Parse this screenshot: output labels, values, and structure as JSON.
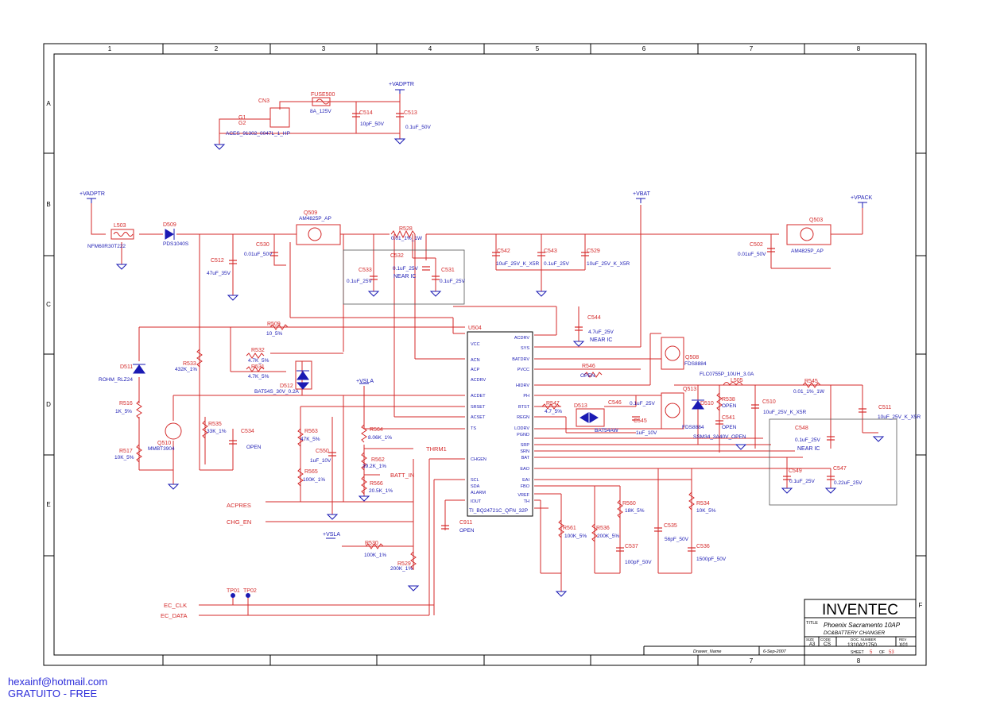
{
  "sheet": {
    "col_numbers": [
      "1",
      "2",
      "3",
      "4",
      "5",
      "6",
      "7",
      "8"
    ],
    "row_letters": [
      "A",
      "B",
      "C",
      "D",
      "E",
      "F"
    ],
    "bottom_col_7": "7",
    "bottom_col_8": "8"
  },
  "nets": {
    "vadptr_a": "+VADPTR",
    "vadptr_b": "+VADPTR",
    "vbat": "+VBAT",
    "vpack": "+VPACK",
    "vsla": "+VSLA",
    "vsla2": "+VSLA",
    "thrm": "THRM1",
    "batt_in": "BATT_IN",
    "acpres": "ACPRES",
    "chg_en": "CHG_EN",
    "ec_clk": "EC_CLK",
    "ec_data": "EC_DATA",
    "near_ic_1": "NEAR IC",
    "near_ic_2": "NEAR IC",
    "near_ic_3": "NEAR IC"
  },
  "parts": {
    "cn3": "CN3",
    "cn3_pn": "ACES_91302_0047L_1_HP",
    "g1": "G1",
    "g2": "G2",
    "fuse": "FUSE500",
    "fuse_val": "8A_125V",
    "c514": "C514",
    "c514_val": "10pF_50V",
    "c513": "C513",
    "c513_val": "0.1uF_50V",
    "l503": "L503",
    "l503_val": "NFM60R30T222",
    "d509": "D509",
    "d509_val": "PDS1040S",
    "c512": "C512",
    "c512_val": "47uF_35V",
    "q509": "Q509",
    "q509_val": "AM4825P_AP",
    "c530": "C530",
    "c530_val": "0.01uF_50V",
    "r528": "R528",
    "r528_val": "0.01_1%_1W",
    "c533": "C533",
    "c533_val": "0.1uF_25V",
    "c532": "C532",
    "c532_val": "0.1uF_25V",
    "c531": "C531",
    "c531_val": "0.1uF_25V",
    "c542": "C542",
    "c542_val": "10uF_25V_K_X5R",
    "c543": "C543",
    "c543_val": "0.1uF_25V",
    "c529": "C529",
    "c529_val": "10uF_25V_K_X5R",
    "c502": "C502",
    "c502_val": "0.01uF_50V",
    "q503": "Q503",
    "q503_val": "AM4825P_AP",
    "c544": "C544",
    "c544_val": "4.7uF_25V",
    "r509": "R509",
    "r509_val": "10_5%",
    "d511": "D511",
    "d511_val": "ROHM_RLZ24",
    "r533": "R533",
    "r533_val": "432K_1%",
    "r532": "R532",
    "r532_val": "4.7K_5%",
    "r531": "R531",
    "r531_val": "4.7K_5%",
    "d512": "D512",
    "d512_val": "BAT54S_30V_0.2A",
    "r516": "R516",
    "r516_val": "1K_5%",
    "q510": "Q510",
    "q510_val": "MMBT3904",
    "r517": "R517",
    "r517_val": "10K_5%",
    "r535": "R535",
    "r535_val": "33K_1%",
    "c534": "C534",
    "c534_val": "OPEN",
    "r563": "R563",
    "r563_val": "47K_5%",
    "c550": "C550",
    "c550_val": "1uF_10V",
    "r565": "R565",
    "r565_val": "100K_1%",
    "r564": "R564",
    "r564_val": "8.06K_1%",
    "r562": "R562",
    "r562_val": "39.2K_1%",
    "r566": "R566",
    "r566_val": "20.5K_1%",
    "u504": "U504",
    "u504_val": "TI_BQ24721C_QFN_32P",
    "pin_vcc": "VCC",
    "pin_acn": "ACN",
    "pin_acp": "ACP",
    "pin_acdrv": "ACDRV",
    "pin_acdet": "ACDET",
    "pin_srset": "SRSET",
    "pin_acset": "ACSET",
    "pin_ts": "TS",
    "pin_chgen": "CHGEN",
    "pin_scl": "SCL",
    "pin_sda": "SDA",
    "pin_alarm": "ALARM",
    "pin_iout": "IOUT",
    "pin_acdrv2": "ACDRV",
    "pin_sys": "SYS",
    "pin_batdrv": "BATDRV",
    "pin_pvcc": "PVCC",
    "pin_hidrv": "HIDRV",
    "pin_ph": "PH",
    "pin_bst": "BTST",
    "pin_regn": "REGN",
    "pin_lodrv": "LODRV",
    "pin_pgnd": "PGND",
    "pin_srp": "SRP",
    "pin_srn": "SRN",
    "pin_bat": "BAT",
    "pin_eao": "EAO",
    "pin_eai": "EAI",
    "pin_fbo": "FBO",
    "pin_vref": "VREF",
    "pin_thl": "TH",
    "r546": "R546",
    "r546_val": "OPEN",
    "r547": "R547",
    "r547_val": "4.7_5%",
    "d513": "D513",
    "d513_val": "BAT54AW",
    "c546": "C546",
    "c546_val": "0.1uF_25V",
    "c545": "C545",
    "c545_val": "1uF_10V",
    "q508": "Q508",
    "q508_val": "FDS8884",
    "q513": "Q513",
    "q513_val": "FDS8884",
    "d510": "D510",
    "d510_val": "SSM34_3A40V_OPEN",
    "l505": "L505",
    "l505_val": "FLC0755P_10UH_3.0A",
    "r538": "R538",
    "r538_val": "OPEN",
    "c541": "C541",
    "c541_val": "OPEN",
    "c510": "C510",
    "c510_val": "10uF_25V_K_X5R",
    "r545": "R545",
    "r545_val": "0.01_1%_1W",
    "c511": "C511",
    "c511_val": "10uF_25V_K_X5R",
    "c548": "C548",
    "c548_val": "0.1uF_25V",
    "c549": "C549",
    "c549_val": "0.1uF_25V",
    "c547": "C547",
    "c547_val": "0.22uF_25V",
    "c911": "C911",
    "c911_val": "OPEN",
    "r530": "R530",
    "r530_val": "100K_1%",
    "r529": "R529",
    "r529_val": "200K_1%",
    "r561": "R561",
    "r561_val": "100K_5%",
    "r536": "R536",
    "r536_val": "200K_5%",
    "r560": "R560",
    "r560_val": "18K_5%",
    "c537": "C537",
    "c537_val": "100pF_50V",
    "c535": "C535",
    "c535_val": "56pF_50V",
    "r534": "R534",
    "r534_val": "10K_5%",
    "c536": "C536",
    "c536_val": "1500pF_50V",
    "tp1": "TP01",
    "tp2": "TP02"
  },
  "title_block": {
    "company": "INVENTEC",
    "title_label": "TITLE",
    "title_line1": "Phoenix Sacramento 10AP",
    "title_line2": "DC&BATTERY CHANGER",
    "size_label": "SIZE",
    "size": "A3",
    "code_label": "CODE",
    "code": "CS",
    "doc_label": "DOC. NUMBER",
    "doc": "1310A21750",
    "rev_label": "REV",
    "rev": "X01",
    "drawer": "Drawer_Name",
    "date": "6-Sep-2007",
    "sheet_label": "SHEET",
    "sheet": "5",
    "of_label": "OF",
    "of": "53"
  },
  "footer": {
    "email": "hexainf@hotmail.com",
    "free": "GRATUITO - FREE"
  },
  "colors": {
    "wire": "#d42a2a",
    "part": "#1a1ab3",
    "frame": "#000000",
    "box": "#555555"
  }
}
